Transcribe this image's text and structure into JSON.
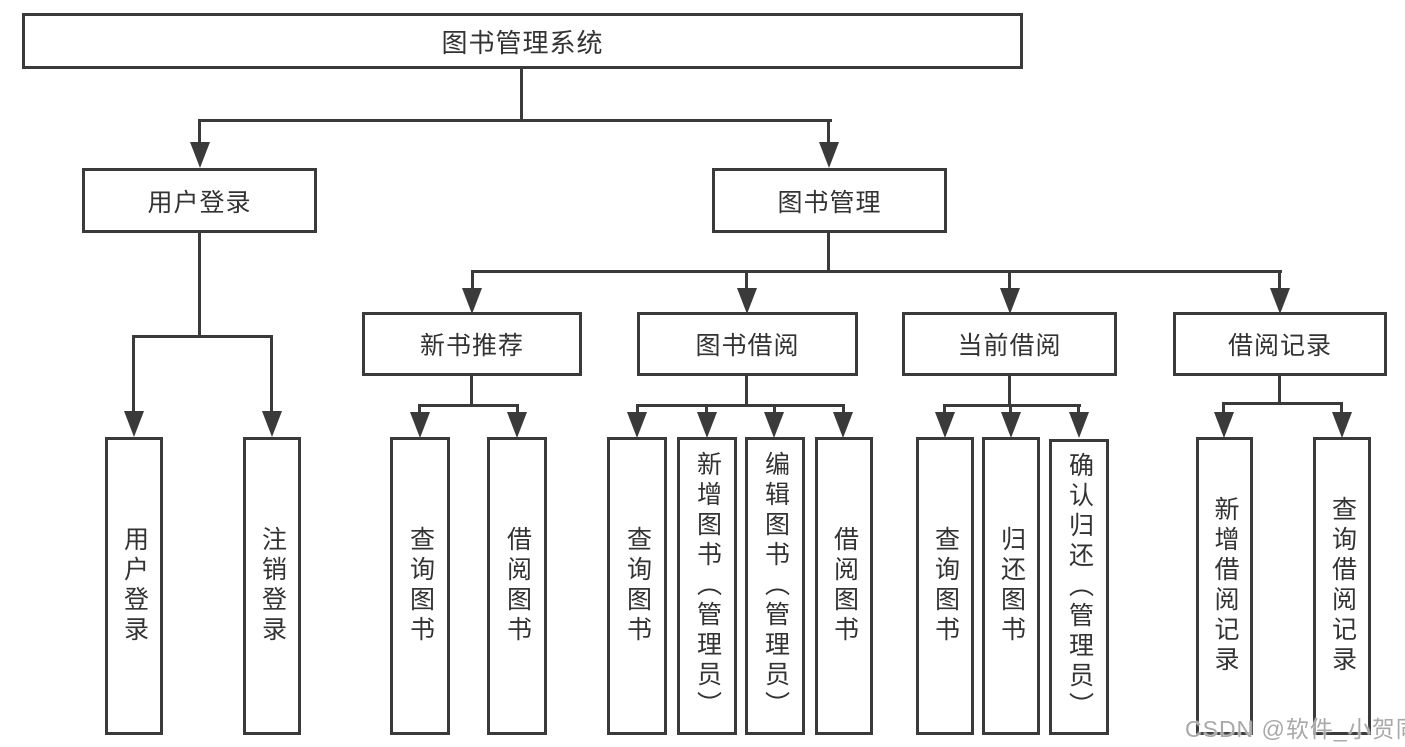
{
  "diagram": {
    "root": {
      "label": "图书管理系统"
    },
    "branches": [
      {
        "label": "用户登录",
        "children": [
          {
            "label": "用户登录"
          },
          {
            "label": "注销登录"
          }
        ]
      },
      {
        "label": "图书管理",
        "children": [
          {
            "label": "新书推荐",
            "children": [
              {
                "label": "查询图书"
              },
              {
                "label": "借阅图书"
              }
            ]
          },
          {
            "label": "图书借阅",
            "children": [
              {
                "label": "查询图书"
              },
              {
                "label": "新增图书（管理员）"
              },
              {
                "label": "编辑图书（管理员）"
              },
              {
                "label": "借阅图书"
              }
            ]
          },
          {
            "label": "当前借阅",
            "children": [
              {
                "label": "查询图书"
              },
              {
                "label": "归还图书"
              },
              {
                "label": "确认归还（管理员）"
              }
            ]
          },
          {
            "label": "借阅记录",
            "children": [
              {
                "label": "新增借阅记录"
              },
              {
                "label": "查询借阅记录"
              }
            ]
          }
        ]
      }
    ]
  },
  "watermark": {
    "text": "CSDN @软件_小贺同学"
  },
  "colors": {
    "line": "#3a3a3a",
    "border": "#3a3a3a",
    "text": "#333333",
    "background": "#ffffff",
    "box_fill": "#ffffff",
    "watermark": "#a9a9a9"
  }
}
